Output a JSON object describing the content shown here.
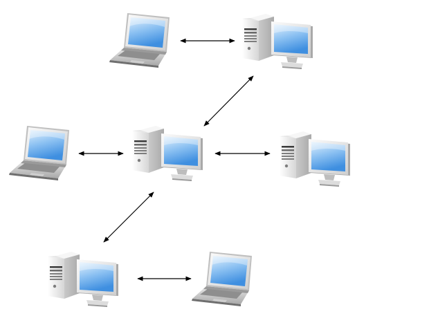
{
  "diagram": {
    "nodes": [
      {
        "id": "n1",
        "kind": "laptop",
        "icon": "laptop-icon"
      },
      {
        "id": "n2",
        "kind": "desktop",
        "icon": "desktop-computer-icon"
      },
      {
        "id": "n3",
        "kind": "laptop",
        "icon": "laptop-icon"
      },
      {
        "id": "n4",
        "kind": "desktop",
        "icon": "desktop-computer-icon"
      },
      {
        "id": "n5",
        "kind": "desktop",
        "icon": "desktop-computer-icon"
      },
      {
        "id": "n6",
        "kind": "desktop",
        "icon": "desktop-computer-icon"
      },
      {
        "id": "n7",
        "kind": "laptop",
        "icon": "laptop-icon"
      }
    ],
    "links": [
      {
        "from": "n1",
        "to": "n2",
        "style": "bidirectional"
      },
      {
        "from": "n2",
        "to": "n4",
        "style": "bidirectional"
      },
      {
        "from": "n3",
        "to": "n4",
        "style": "bidirectional"
      },
      {
        "from": "n4",
        "to": "n5",
        "style": "bidirectional"
      },
      {
        "from": "n4",
        "to": "n6",
        "style": "bidirectional"
      },
      {
        "from": "n6",
        "to": "n7",
        "style": "bidirectional"
      }
    ],
    "colors": {
      "background": "#ffffff",
      "screen_light": "#cfe6fb",
      "screen_dark": "#4f9be6",
      "case_light": "#f4f4f4",
      "case_dark": "#b8b8b8",
      "arrow": "#000000"
    }
  }
}
